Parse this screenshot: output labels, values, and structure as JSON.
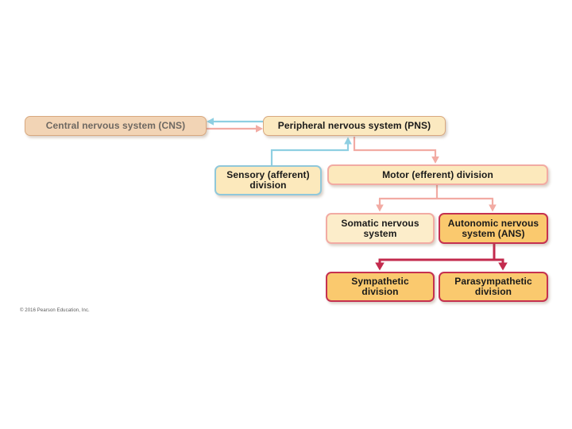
{
  "title": "Nervous system organization flowchart",
  "colors": {
    "blue_arrow": "#8ecfe2",
    "salmon_arrow": "#f2aba3",
    "crimson_arrow": "#c32b4e",
    "tan_fill": "#f2d4b5",
    "cream_fill": "#fbe9c0",
    "gold_fill": "#fac96e",
    "tan_border": "#d8a87f",
    "blue_border": "#90c8da",
    "salmon_border": "#f2aba3",
    "crimson_border": "#c53150",
    "cns_text": "#6e6862",
    "black_text": "#1a1a1a"
  },
  "boxes": {
    "cns": {
      "lines": [
        "Central nervous system (CNS)"
      ]
    },
    "pns": {
      "lines": [
        "Peripheral nervous system (PNS)"
      ]
    },
    "sensory": {
      "lines": [
        "Sensory (afferent)",
        "division"
      ]
    },
    "motor": {
      "lines": [
        "Motor (efferent) division"
      ]
    },
    "somatic": {
      "lines": [
        "Somatic nervous",
        "system"
      ]
    },
    "ans": {
      "lines": [
        "Autonomic nervous",
        "system (ANS)"
      ]
    },
    "sympathetic": {
      "lines": [
        "Sympathetic",
        "division"
      ]
    },
    "parasympathetic": {
      "lines": [
        "Parasympathetic",
        "division"
      ]
    }
  },
  "footer": {
    "copyright": "© 2016 Pearson Education, Inc."
  }
}
